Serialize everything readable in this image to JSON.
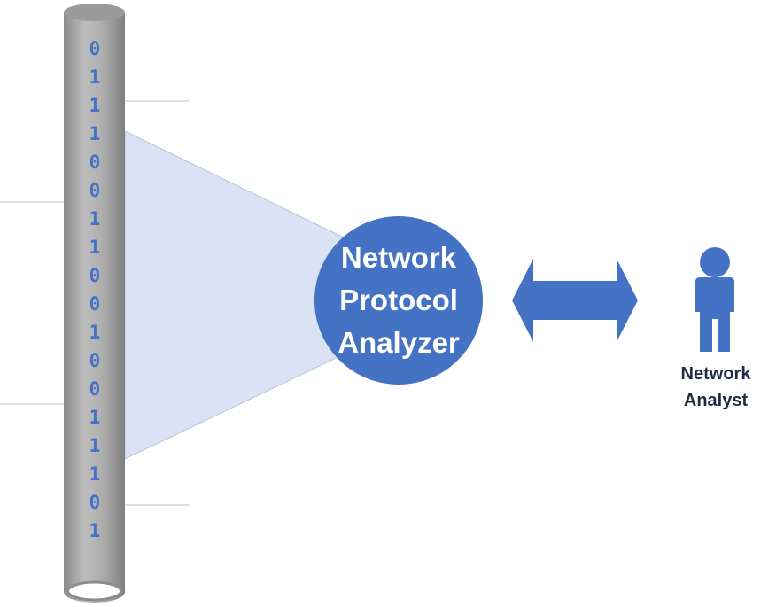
{
  "analyzer": {
    "line1": "Network",
    "line2": "Protocol",
    "line3": "Analyzer"
  },
  "analyst": {
    "line1": "Network",
    "line2": "Analyst"
  },
  "bits": [
    "0",
    "1",
    "1",
    "1",
    "0",
    "0",
    "1",
    "1",
    "0",
    "0",
    "1",
    "0",
    "0",
    "1",
    "1",
    "1",
    "0",
    "1"
  ],
  "colors": {
    "accent_blue": "#4472c4",
    "cone_fill": "#dae3f3",
    "cable_gray": "#a6a6a6",
    "analyst_text": "#1f2a44"
  }
}
